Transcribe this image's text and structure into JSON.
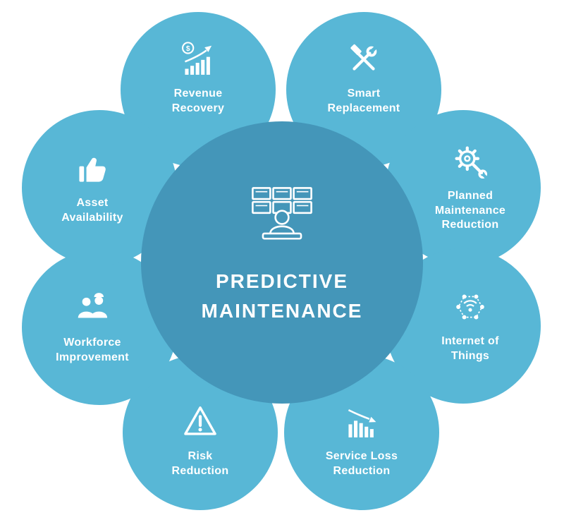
{
  "diagram": {
    "center": {
      "title": "PREDICTIVE\nMAINTENANCE",
      "icon": "operator-control-room-icon"
    },
    "colors": {
      "petal-color": "#58b7d6",
      "center-color": "#4496b9",
      "label-color": "#ffffff"
    },
    "currency_symbol": "$",
    "petals": [
      {
        "id": "revenue-recovery",
        "label": "Revenue\nRecovery",
        "icon": "dollar-growth-chart-icon"
      },
      {
        "id": "smart-replacement",
        "label": "Smart\nReplacement",
        "icon": "crossed-tools-icon"
      },
      {
        "id": "planned-maintenance-reduction",
        "label": "Planned\nMaintenance\nReduction",
        "icon": "gear-wrench-icon"
      },
      {
        "id": "internet-of-things",
        "label": "Internet of\nThings",
        "icon": "iot-network-icon"
      },
      {
        "id": "service-loss-reduction",
        "label": "Service Loss\nReduction",
        "icon": "declining-bars-icon"
      },
      {
        "id": "risk-reduction",
        "label": "Risk\nReduction",
        "icon": "warning-triangle-icon"
      },
      {
        "id": "workforce-improvement",
        "label": "Workforce\nImprovement",
        "icon": "workers-icon"
      },
      {
        "id": "asset-availability",
        "label": "Asset\nAvailability",
        "icon": "thumbs-up-icon"
      }
    ]
  }
}
